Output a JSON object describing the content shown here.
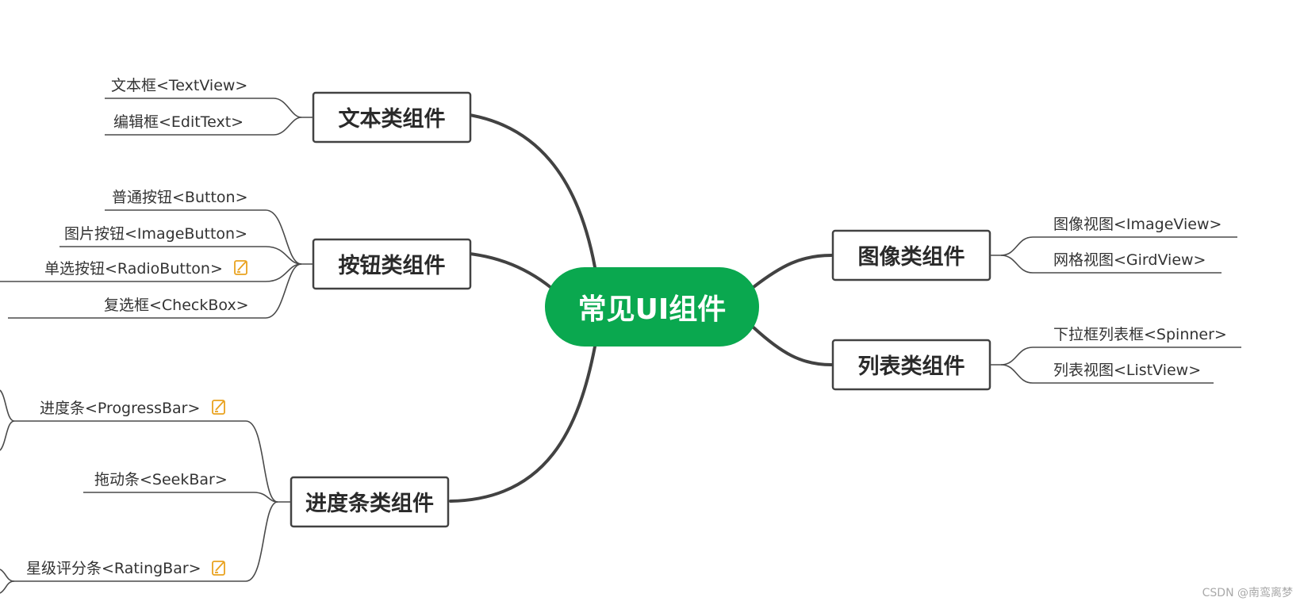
{
  "root": {
    "label": "常见UI组件",
    "color": "#0aa84f"
  },
  "branches": [
    {
      "label": "文本类组件",
      "children": [
        {
          "label": "文本框<TextView>"
        },
        {
          "label": "编辑框<EditText>"
        }
      ]
    },
    {
      "label": "按钮类组件",
      "children": [
        {
          "label": "普通按钮<Button>"
        },
        {
          "label": "图片按钮<ImageButton>"
        },
        {
          "label": "单选按钮<RadioButton>",
          "note_icon": "note-edit-icon"
        },
        {
          "label": "复选框<CheckBox>"
        }
      ]
    },
    {
      "label": "进度条类组件",
      "children": [
        {
          "label": "进度条<ProgressBar>",
          "note_icon": "note-edit-icon"
        },
        {
          "label": "拖动条<SeekBar>"
        },
        {
          "label": "星级评分条<RatingBar>",
          "note_icon": "note-edit-icon"
        }
      ]
    },
    {
      "label": "图像类组件",
      "children": [
        {
          "label": "图像视图<ImageView>"
        },
        {
          "label": "网格视图<GirdView>"
        }
      ]
    },
    {
      "label": "列表类组件",
      "children": [
        {
          "label": "下拉框列表框<Spinner>"
        },
        {
          "label": "列表视图<ListView>"
        }
      ]
    }
  ],
  "watermark": "CSDN @南鸾离梦",
  "colors": {
    "accent": "#0aa84f",
    "note_icon": "#e9a21f",
    "line": "#424242"
  }
}
